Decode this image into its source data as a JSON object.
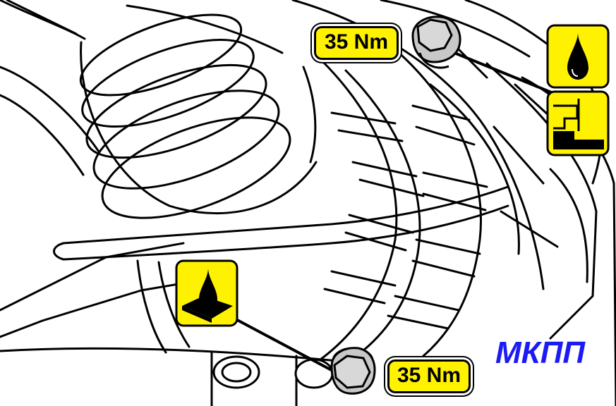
{
  "labels": {
    "torque_top": "35 Nm",
    "torque_bottom": "35 Nm",
    "caption": "МКПП"
  },
  "colors": {
    "badge_fill": "#fff200",
    "outline": "#000000",
    "caption": "#1b1bf5",
    "bolt": "#c8c8c8"
  },
  "icons": {
    "fill_plug": "oil-drop-icon",
    "level": "oil-level-icon",
    "drain_plug": "oil-drain-icon"
  }
}
